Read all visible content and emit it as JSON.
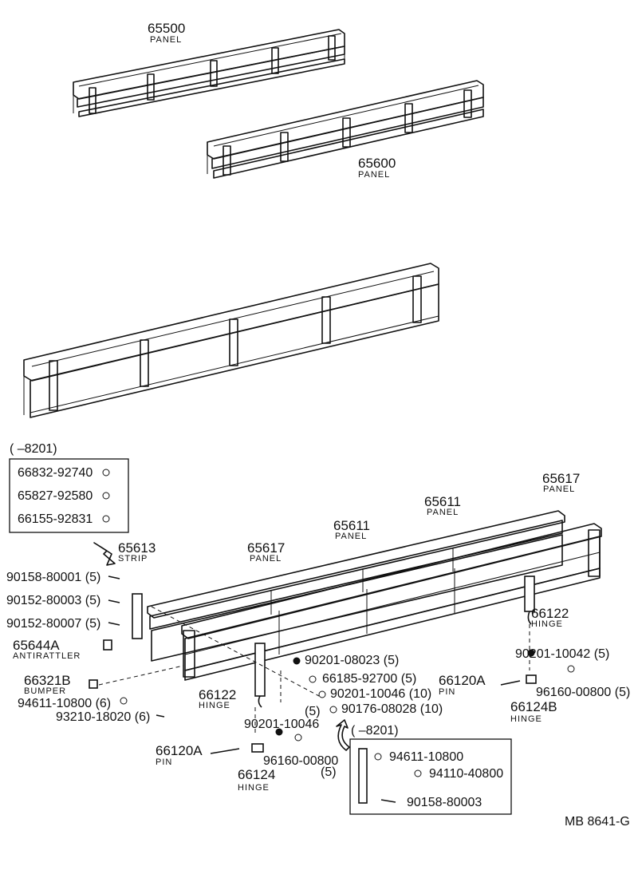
{
  "diagram_code": "MB  8641-G",
  "panels": [
    {
      "number": "65500",
      "name": "PANEL"
    },
    {
      "number": "65600",
      "name": "PANEL"
    },
    {
      "number": "65617",
      "name": "PANEL"
    },
    {
      "number": "65611",
      "name": "PANEL"
    },
    {
      "number": "65611",
      "name": "PANEL"
    },
    {
      "number": "65617",
      "name": "PANEL"
    }
  ],
  "strip": {
    "number": "65613",
    "name": "STRIP"
  },
  "antirattler": {
    "number": "65644A",
    "name": "ANTIRATTLER"
  },
  "bumper": {
    "number": "66321B",
    "name": "BUMPER"
  },
  "hinges": [
    {
      "number": "66122",
      "name": "HINGE"
    },
    {
      "number": "66122",
      "name": "HINGE"
    },
    {
      "number": "66124",
      "name": "HINGE"
    },
    {
      "number": "66124B",
      "name": "HINGE"
    }
  ],
  "pins": [
    {
      "number": "66120A",
      "name": "PIN"
    },
    {
      "number": "66120A",
      "name": "PIN"
    }
  ],
  "left_box": {
    "date": "(      –8201)",
    "items": [
      "66832-92740",
      "65827-92580",
      "66155-92831"
    ]
  },
  "right_box": {
    "date": "(      –8201)",
    "items": [
      "94611-10800",
      "94110-40800",
      "90158-80003"
    ]
  },
  "fasteners": {
    "f1": "90158-80001 (5)",
    "f2": "90152-80003 (5)",
    "f3": "90152-80007 (5)",
    "f4": "94611-10800 (6)",
    "f5": "93210-18020 (6)",
    "f6": "90201-08023 (5)",
    "f7": "66185-92700 (5)",
    "f8": "90201-10046 (10)",
    "f9": "90176-08028 (10)",
    "f10": "90201-10042 (5)",
    "f11": "96160-00800 (5)",
    "f12_qty": "(5)",
    "f12": "90201-10046",
    "f13": "96160-00800",
    "f13_qty": "(5)"
  }
}
